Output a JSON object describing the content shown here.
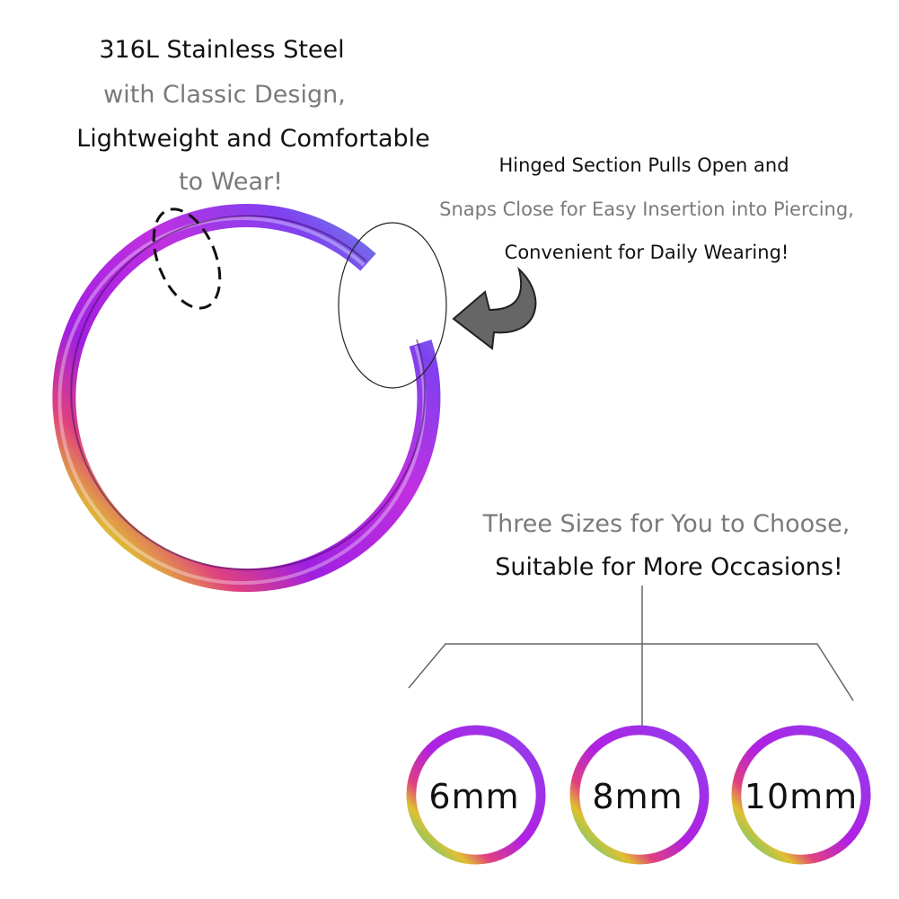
{
  "material_callout": {
    "line1": "316L Stainless Steel",
    "line2": "with Classic Design,",
    "line3": "Lightweight and Comfortable",
    "line4": "to Wear!"
  },
  "hinge_callout": {
    "line1": "Hinged Section Pulls Open and",
    "line2": "Snaps Close for Easy Insertion into Piercing,",
    "line3": "Convenient for Daily Wearing!"
  },
  "sizes_callout": {
    "line1": "Three Sizes for You to Choose,",
    "line2": "Suitable for More Occasions!"
  },
  "sizes": [
    "6mm",
    "8mm",
    "10mm"
  ],
  "colors": {
    "text_dark": "#111111",
    "text_gray": "#7a7a7a",
    "ring_primary": "#b020e0",
    "arrow": "#666666"
  }
}
